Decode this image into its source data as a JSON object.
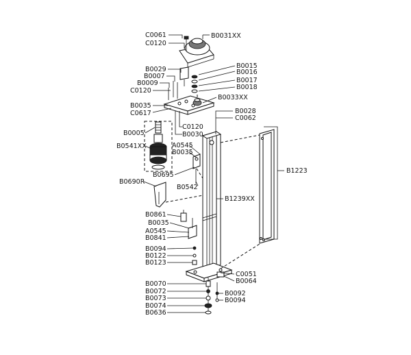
{
  "labels": {
    "B0031XX": "B0031XX",
    "C0061": "C0061",
    "C0120a": "C0120",
    "B0029": "B0029",
    "B0007": "B0007",
    "B0009": "B0009",
    "C0120b": "C0120",
    "B0015": "B0015",
    "B0016": "B0016",
    "B0017": "B0017",
    "B0018": "B0018",
    "B0033XX": "B0033XX",
    "B0035a": "B0035",
    "C0617": "C0617",
    "B0028": "B0028",
    "C0062": "C0062",
    "C0120c": "C0120",
    "B0030": "B0030",
    "B0005": "B0005",
    "B0541XX": "B0541XX",
    "A0545a": "A0545",
    "B0035b": "B0035",
    "B1223": "B1223",
    "B0695": "B0695",
    "B0690R": "B0690R",
    "B0542": "B0542",
    "B1239XX": "B1239XX",
    "B0861": "B0861",
    "B0035c": "B0035",
    "A0545b": "A0545",
    "B0841": "B0841",
    "B0094a": "B0094",
    "B0122": "B0122",
    "B0123": "B0123",
    "C0051": "C0051",
    "B0064": "B0064",
    "B0070": "B0070",
    "B0072": "B0072",
    "B0073": "B0073",
    "B0074": "B0074",
    "B0636": "B0636",
    "B0092": "B0092",
    "B0094b": "B0094"
  }
}
